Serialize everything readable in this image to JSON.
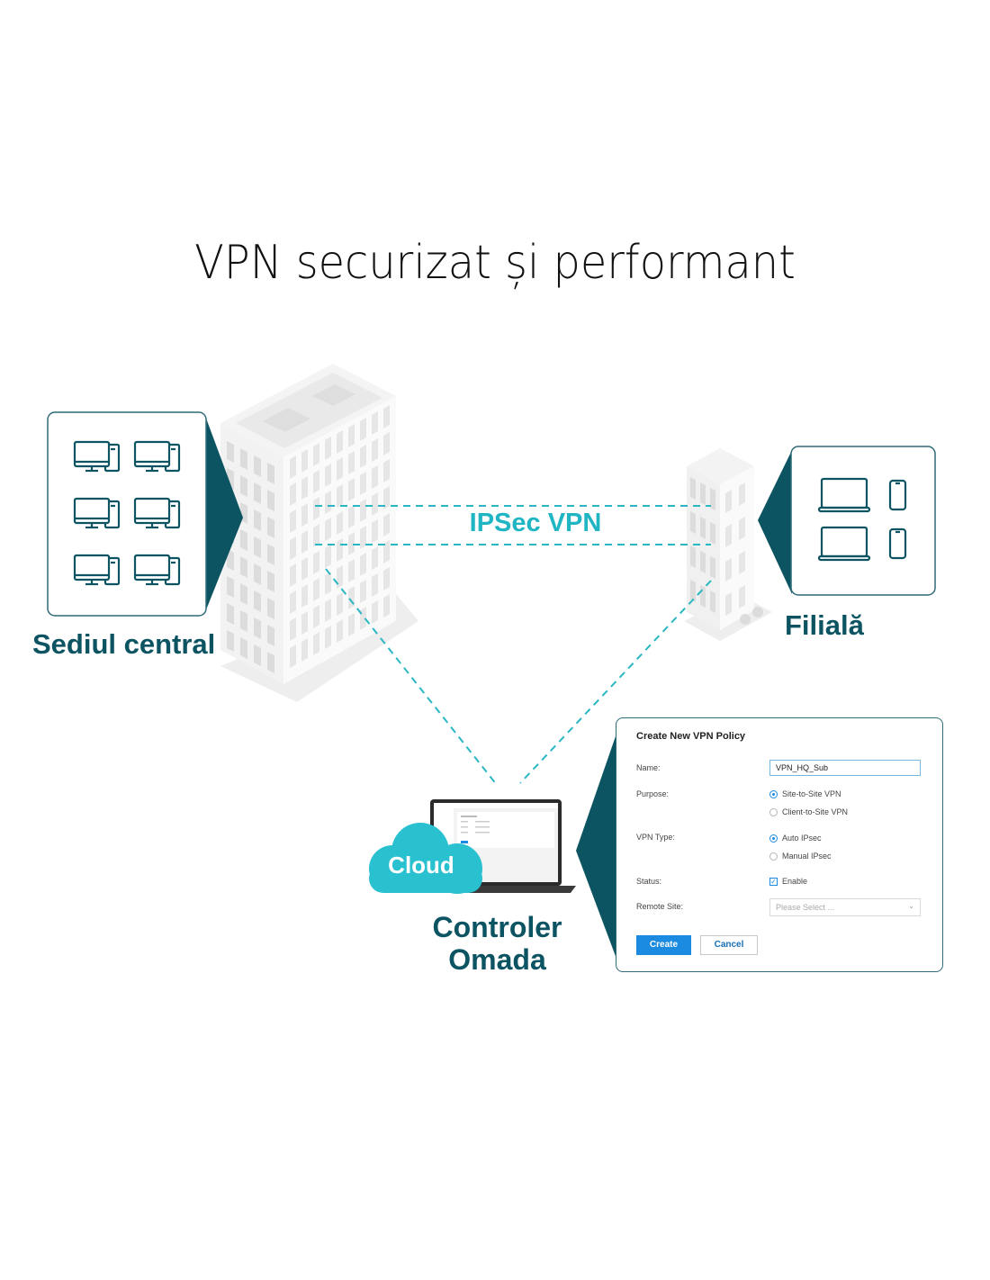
{
  "title": "VPN securizat și performant",
  "nodes": {
    "headquarters": {
      "label": "Sediul central",
      "device_icons": [
        "desktop-computer-icon",
        "desktop-computer-icon",
        "desktop-computer-icon",
        "desktop-computer-icon",
        "desktop-computer-icon",
        "desktop-computer-icon"
      ]
    },
    "branch": {
      "label": "Filială",
      "device_icons": [
        "laptop-icon",
        "smartphone-icon",
        "laptop-icon",
        "smartphone-icon"
      ]
    },
    "controller": {
      "label_line1": "Controler",
      "label_line2": "Omada",
      "cloud_label": "Cloud"
    }
  },
  "links": {
    "tunnel_label": "IPSec VPN"
  },
  "colors": {
    "teal_dark": "#0d5463",
    "teal_accent": "#1fb5c3",
    "cloud": "#29c0cf",
    "primary_button": "#1a8be0"
  },
  "dialog": {
    "title": "Create New VPN Policy",
    "name_label": "Name:",
    "name_value": "VPN_HQ_Sub",
    "purpose_label": "Purpose:",
    "purpose_options": [
      {
        "label": "Site-to-Site VPN",
        "selected": true
      },
      {
        "label": "Client-to-Site VPN",
        "selected": false
      }
    ],
    "vpn_type_label": "VPN Type:",
    "vpn_type_options": [
      {
        "label": "Auto IPsec",
        "selected": true
      },
      {
        "label": "Manual IPsec",
        "selected": false
      }
    ],
    "status_label": "Status:",
    "status_checkbox_label": "Enable",
    "status_checked": true,
    "remote_site_label": "Remote Site:",
    "remote_site_placeholder": "Please Select ...",
    "create_label": "Create",
    "cancel_label": "Cancel"
  }
}
